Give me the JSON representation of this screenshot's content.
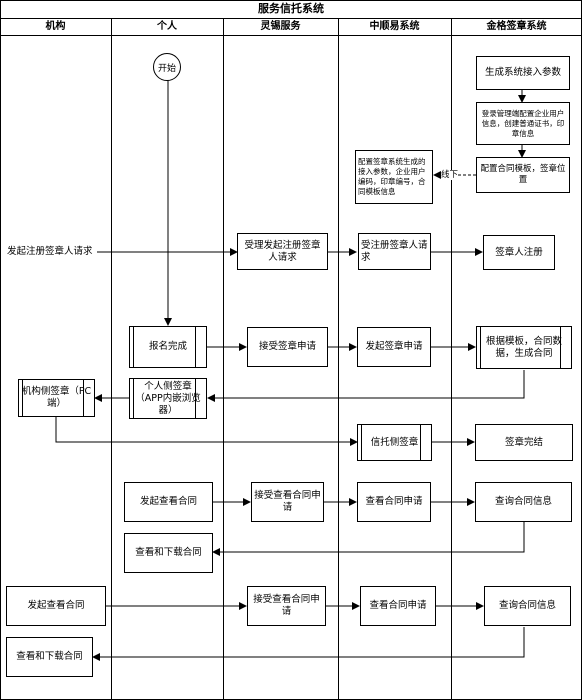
{
  "title": "服务信托系统",
  "lanes": [
    "机构",
    "个人",
    "灵锡服务",
    "中顺易系统",
    "金格签章系统"
  ],
  "start": "开始",
  "notes": {
    "config": "配置签章系统生成的接入参数，企业用户编码，印章编号，合同模板信息",
    "offline": "线下"
  },
  "nodes": {
    "gen_params": "生成系统接入参数",
    "admin_config": "登录管理端配置企业用户信息，创建普通证书，印章信息",
    "config_template": "配置合同模板，签章位置",
    "inst_register": "发起注册签章人请求",
    "ls_accept_register": "受理发起注册签章人请求",
    "zsy_register": "受注册签章人请求",
    "jg_register": "签章人注册",
    "personal_done": "报名完成",
    "ls_accept_sign": "接受签章申请",
    "zsy_sign": "发起签章申请",
    "jg_gen_contract": "根据模板，合同数据，生成合同",
    "personal_sign": "个人侧签章（APP内嵌浏览器）",
    "inst_sign": "机构侧签章（PC端）",
    "trust_sign": "信托侧签章",
    "sign_done": "签章完结",
    "p_view": "发起查看合同",
    "ls_accept_view1": "接受查看合同申请",
    "zsy_view1": "查看合同申请",
    "jg_query1": "查询合同信息",
    "p_download": "查看和下载合同",
    "i_view": "发起查看合同",
    "ls_accept_view2": "接受查看合同申请",
    "zsy_view2": "查看合同申请",
    "jg_query2": "查询合同信息",
    "i_download": "查看和下载合同"
  }
}
